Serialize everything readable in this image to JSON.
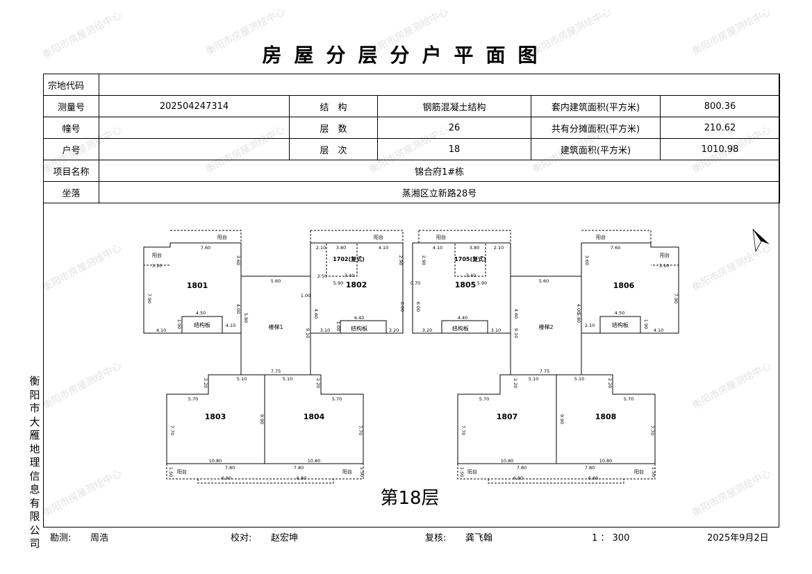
{
  "title": "房屋分层分户平面图",
  "watermark": "衡阳市房屋测绘中心",
  "side_text": "衡阳市大雁地理信息有限公司",
  "info": {
    "parcel_code_label": "宗地代码",
    "parcel_code_value": "",
    "survey_no_label": "测量号",
    "survey_no_value": "202504247314",
    "structure_label": "结　构",
    "structure_value": "钢筋混凝土结构",
    "inner_area_label": "套内建筑面积(平方米)",
    "inner_area_value": "800.36",
    "building_no_label": "幢号",
    "building_no_value": "",
    "floors_label": "层　数",
    "floors_value": "26",
    "shared_area_label": "共有分摊面积(平方米)",
    "shared_area_value": "210.62",
    "unit_no_label": "户号",
    "unit_no_value": "",
    "floor_label": "层　次",
    "floor_value": "18",
    "total_area_label": "建筑面积(平方米)",
    "total_area_value": "1010.98",
    "project_label": "项目名称",
    "project_value": "锦合府1#栋",
    "location_label": "坐落",
    "location_value": "蒸湘区立新路28号"
  },
  "plan": {
    "floor_label": "第18层",
    "units": [
      "1801",
      "1802",
      "1803",
      "1804",
      "1805",
      "1806",
      "1807",
      "1808"
    ],
    "duplex_labels": [
      "1702(复式)",
      "1705(复式)"
    ],
    "stairs": [
      "楼梯1",
      "楼梯2"
    ],
    "structure_panel": "结构板",
    "balcony": "阳台",
    "dims": {
      "d760": "7.60",
      "d360": "3.60",
      "d310": "3.10",
      "d790": "7.90",
      "d450": "4.50",
      "d410": "4.10",
      "d190": "1.90",
      "d560": "5.60",
      "d400": "4.00",
      "d580": "5.80",
      "d380": "3.80",
      "d340": "3.40",
      "d590": "5.90",
      "d290": "2.90",
      "d250": "2.50",
      "d210": "2.10",
      "d440": "4.40",
      "d600": "6.00",
      "d320": "3.20",
      "d100": "1.00",
      "d460": "4.60",
      "d910": "9.10",
      "d775": "7.75",
      "d510": "5.10",
      "d220": "2.20",
      "d570": "5.70",
      "d990": "9.90",
      "d770": "7.70",
      "d1080": "10.80",
      "d780": "7.80",
      "d680": "6.80",
      "d150": "1.50",
      "d070": "0.70"
    }
  },
  "footer": {
    "surveyor_label": "勘测:",
    "surveyor_name": "周浩",
    "checker_label": "校对:",
    "checker_name": "赵宏坤",
    "reviewer_label": "复核:",
    "reviewer_name": "龚飞翰",
    "scale": "1 ： 300",
    "date": "2025年9月2日"
  }
}
